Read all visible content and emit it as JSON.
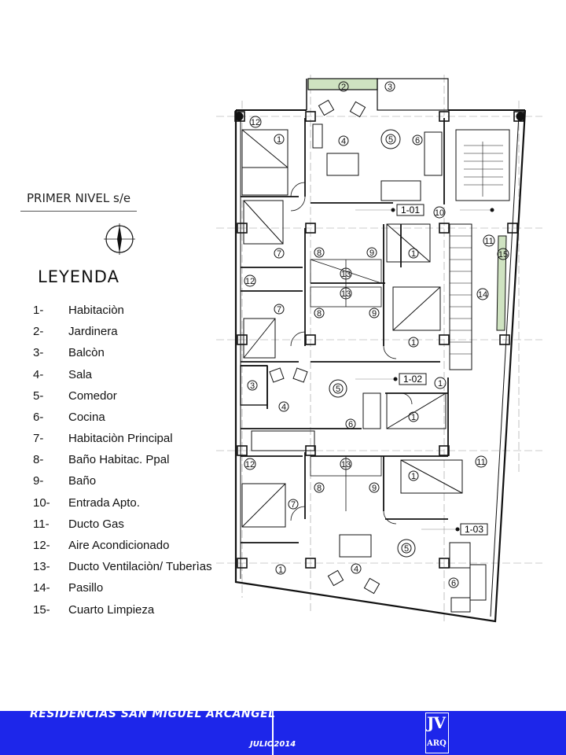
{
  "plan_title": "PRIMER NIVEL s/e",
  "legend": {
    "title": "LEYENDA",
    "items": [
      {
        "num": "1-",
        "label": "Habitaciòn"
      },
      {
        "num": "2-",
        "label": "Jardinera"
      },
      {
        "num": "3-",
        "label": "Balcòn"
      },
      {
        "num": "4-",
        "label": "Sala"
      },
      {
        "num": "5-",
        "label": "Comedor"
      },
      {
        "num": "6-",
        "label": "Cocina"
      },
      {
        "num": "7-",
        "label": "Habitaciòn Principal"
      },
      {
        "num": "8-",
        "label": "Baño Habitac. Ppal"
      },
      {
        "num": "9-",
        "label": "Baño"
      },
      {
        "num": "10-",
        "label": "Entrada Apto."
      },
      {
        "num": "11-",
        "label": "Ducto Gas"
      },
      {
        "num": "12-",
        "label": "Aire Acondicionado"
      },
      {
        "num": "13-",
        "label": "Ducto Ventilaciòn/ Tuberìas"
      },
      {
        "num": "14-",
        "label": "Pasillo"
      },
      {
        "num": "15-",
        "label": "Cuarto Limpieza"
      }
    ]
  },
  "apartments": [
    "1-01",
    "1-02",
    "1-03"
  ],
  "footer": {
    "project": "RESIDENCIAS SAN MIGUEL ARCANGEL",
    "date": "JULIO2014",
    "logo_top": "JV",
    "logo_bottom": "ARQ"
  },
  "colors": {
    "footer_bg": "#1d26ea",
    "planter_green": "#cfe3c1",
    "wall": "#111111"
  }
}
